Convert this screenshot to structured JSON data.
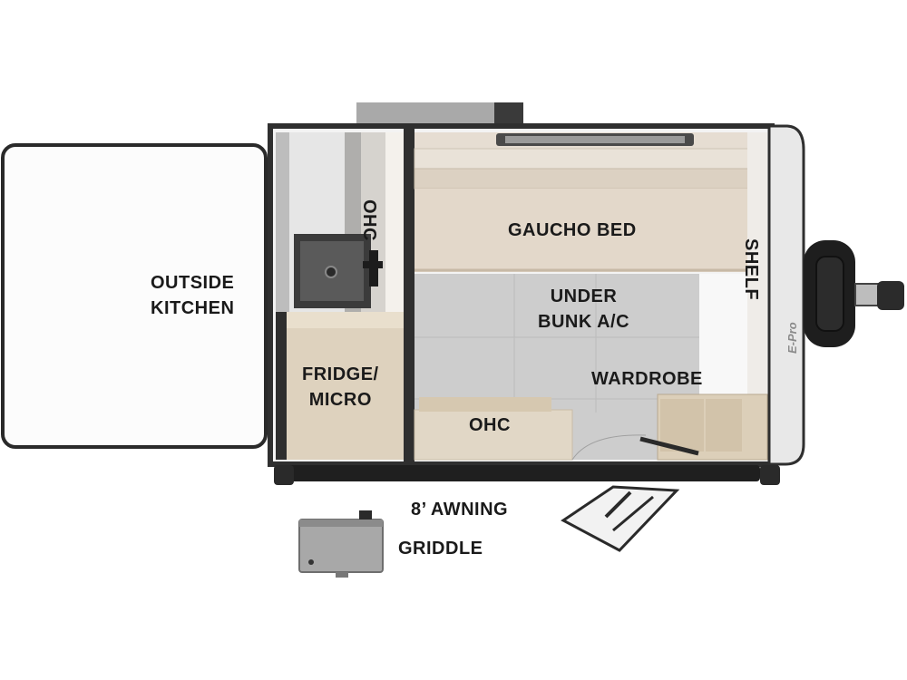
{
  "labels": {
    "outside_kitchen": "OUTSIDE\nKITCHEN",
    "ohc_kitchen": "OHC",
    "gaucho_bed": "GAUCHO BED",
    "shelf": "SHELF",
    "under_bunk_ac": "UNDER\nBUNK A/C",
    "wardrobe": "WARDROBE",
    "fridge_micro": "FRIDGE/\nMICRO",
    "ohc_bottom": "OHC",
    "awning": "8’ AWNING",
    "griddle": "GRIDDLE"
  },
  "brand_mark": "E-Pro"
}
